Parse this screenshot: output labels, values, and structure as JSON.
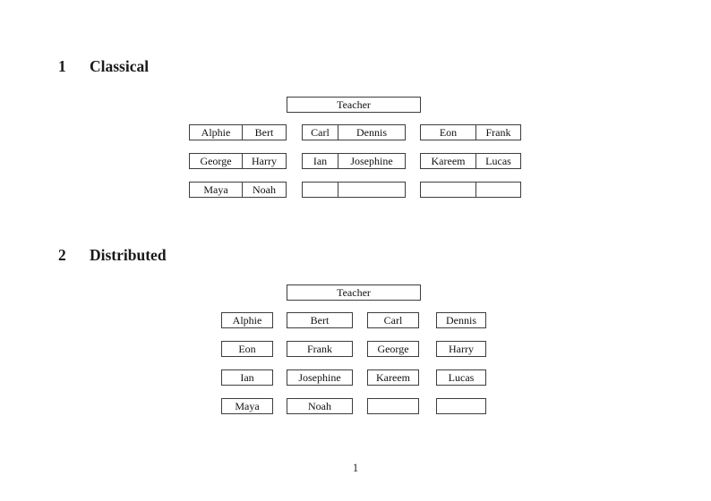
{
  "colors": {
    "background": "#ffffff",
    "border": "#3d3d3d",
    "text": "#111111"
  },
  "classical": {
    "heading_number": "1",
    "heading_title": "Classical",
    "teacher_label": "Teacher",
    "desks": [
      [
        "Alphie",
        "Bert"
      ],
      [
        "Carl",
        "Dennis"
      ],
      [
        "Eon",
        "Frank"
      ],
      [
        "George",
        "Harry"
      ],
      [
        "Ian",
        "Josephine"
      ],
      [
        "Kareem",
        "Lucas"
      ],
      [
        "Maya",
        "Noah"
      ],
      [
        "",
        ""
      ],
      [
        "",
        ""
      ]
    ]
  },
  "distributed": {
    "heading_number": "2",
    "heading_title": "Distributed",
    "teacher_label": "Teacher",
    "seats": [
      "Alphie",
      "Bert",
      "Carl",
      "Dennis",
      "Eon",
      "Frank",
      "George",
      "Harry",
      "Ian",
      "Josephine",
      "Kareem",
      "Lucas",
      "Maya",
      "Noah",
      "",
      ""
    ]
  },
  "footer": {
    "page_number": "1"
  }
}
